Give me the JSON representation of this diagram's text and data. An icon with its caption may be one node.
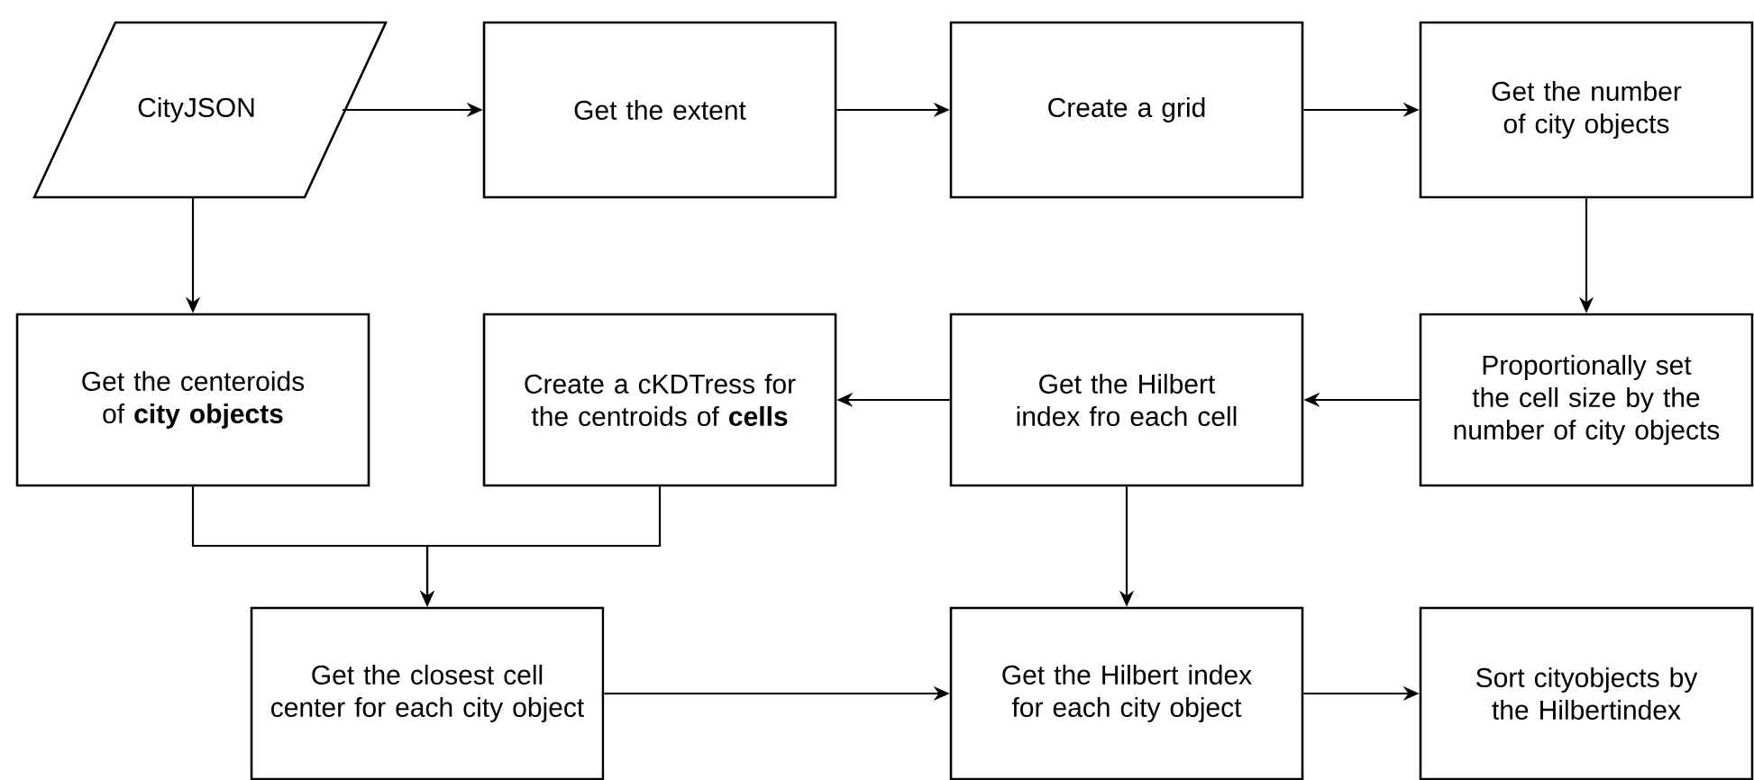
{
  "diagram": {
    "nodes": [
      {
        "text": [
          "CityJSON"
        ]
      },
      {
        "text": [
          "Get the extent"
        ]
      },
      {
        "text": [
          "Create a grid"
        ]
      },
      {
        "text": [
          "Get the number of city objects"
        ]
      },
      {
        "text": [
          "Get the centeroids of **city objects**"
        ]
      },
      {
        "text": [
          "Create a cKDTress for the centroids of **cells**"
        ]
      },
      {
        "text": [
          "Get the Hilbert index fro each cell"
        ]
      },
      {
        "text": [
          "Proportionally set the cell size by the number of city objects"
        ]
      },
      {
        "text": [
          "Get the closest cell center for each city object"
        ]
      },
      {
        "text": [
          "Get the Hilbert index for each city object"
        ]
      },
      {
        "text": [
          "Sort cityobjects by the Hilbertindex"
        ]
      }
    ],
    "edges": [
      {
        "from": 0,
        "to": 1,
        "arrow": "to"
      },
      {
        "from": 1,
        "to": 2,
        "arrow": "to"
      },
      {
        "from": 2,
        "to": 3,
        "arrow": "to"
      },
      {
        "from": 3,
        "to": 7,
        "arrow": "to"
      },
      {
        "from": 7,
        "to": 6,
        "arrow": "to"
      },
      {
        "from": 6,
        "to": 5,
        "arrow": "to"
      },
      {
        "from": 0,
        "to": 4,
        "arrow": "to"
      },
      {
        "from": 4,
        "to": 8,
        "arrow": "to"
      },
      {
        "from": 5,
        "to": 8,
        "arrow": "to"
      },
      {
        "from": 6,
        "to": 9,
        "arrow": "to"
      },
      {
        "from": 8,
        "to": 9,
        "arrow": "to"
      },
      {
        "from": 9,
        "to": 10,
        "arrow": "to"
      }
    ]
  }
}
